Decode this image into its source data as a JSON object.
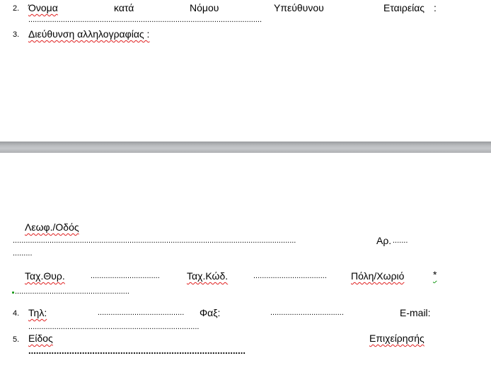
{
  "item2": {
    "number": "2.",
    "words": [
      "Όνομα",
      "κατά",
      "Νόμου",
      "Υπεύθυνου",
      "Εταιρείας"
    ],
    "colon": ":",
    "dots": "............................................................................................................"
  },
  "item3": {
    "number": "3.",
    "label": "Διεύθυνση αλληλογραφίας  :"
  },
  "address": {
    "street_label": "Λεωφ./Οδός",
    "street_dots": "...................................................................................................................................",
    "number_label": "Αρ.",
    "number_dots_tail": ".......",
    "number_dots_next": ".........",
    "pobox_label": "Ταχ.Θυρ.",
    "pobox_dots": "................................",
    "postcode_label": "Ταχ.Κώδ.",
    "postcode_dots": "..................................",
    "city_label": "Πόλη/Χωριό",
    "city_asterisk": "*",
    "city_dots": "....................................................."
  },
  "item4": {
    "number": "4.",
    "phone_label": "Τηλ:",
    "phone_dots": "........................................",
    "fax_label": "Φαξ:",
    "fax_dots": "..................................",
    "email_label": "E-mail:",
    "email_dots": "..............................................................................."
  },
  "item5": {
    "number": "5.",
    "word1": "Είδος",
    "word2": "Επιχείρησής",
    "dots": "....................................................................................."
  }
}
